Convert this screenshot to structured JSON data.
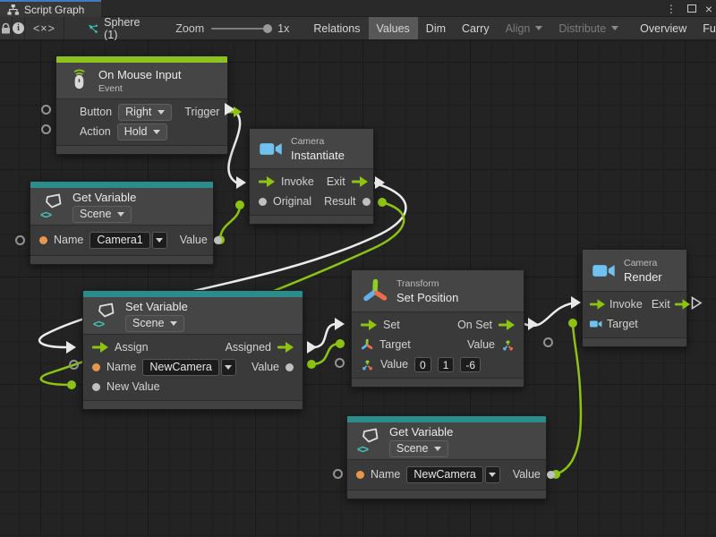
{
  "window": {
    "title": "Script Graph",
    "menu_glyph": "⋮",
    "close_glyph": "×"
  },
  "toolbar": {
    "code_glyph": "<×>",
    "graph_name": "Sphere (1)",
    "zoom_label": "Zoom",
    "zoom_level": "1x",
    "relations": "Relations",
    "values": "Values",
    "dim": "Dim",
    "carry": "Carry",
    "align": "Align",
    "distribute": "Distribute",
    "overview": "Overview",
    "fullscreen": "Full Screen"
  },
  "nodes": {
    "on_mouse_input": {
      "title": "On Mouse Input",
      "subtitle": "Event",
      "button_label": "Button",
      "button_value": "Right",
      "trigger_label": "Trigger",
      "action_label": "Action",
      "action_value": "Hold"
    },
    "get_variable_1": {
      "title": "Get Variable",
      "kind": "Scene",
      "name_label": "Name",
      "name_value": "Camera1",
      "value_label": "Value"
    },
    "instantiate": {
      "category": "Camera",
      "title": "Instantiate",
      "invoke": "Invoke",
      "exit": "Exit",
      "original": "Original",
      "result": "Result"
    },
    "set_variable": {
      "title": "Set Variable",
      "kind": "Scene",
      "assign": "Assign",
      "assigned": "Assigned",
      "name_label": "Name",
      "name_value": "NewCamera",
      "value_label": "Value",
      "new_value": "New Value"
    },
    "set_position": {
      "category": "Transform",
      "title": "Set Position",
      "set": "Set",
      "on_set": "On Set",
      "target": "Target",
      "value_in_label": "Value",
      "value_out_label": "Value",
      "x": "0",
      "y": "1",
      "z": "-6"
    },
    "render": {
      "category": "Camera",
      "title": "Render",
      "invoke": "Invoke",
      "exit": "Exit",
      "target": "Target"
    },
    "get_variable_2": {
      "title": "Get Variable",
      "kind": "Scene",
      "name_label": "Name",
      "name_value": "NewCamera",
      "value_label": "Value"
    }
  },
  "colors": {
    "flow_green": "#8dc412",
    "variable_teal": "#2b8c8c",
    "event_green": "#8cc21e",
    "camera_blue": "#6fc2ef",
    "name_orange": "#e8954e",
    "wire_white": "#ebebeb",
    "focus_blue": "#4479c2"
  }
}
